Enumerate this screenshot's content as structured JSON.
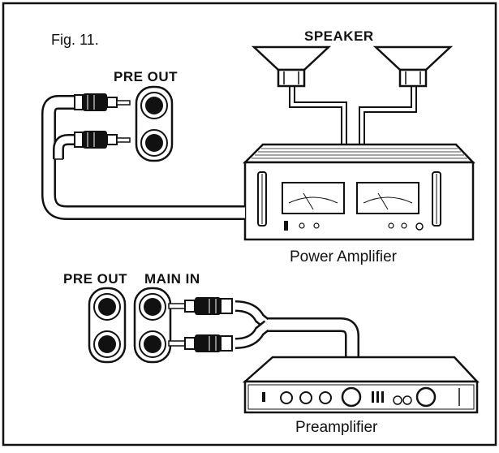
{
  "figure_label": "Fig. 11.",
  "speaker_label": "SPEAKER",
  "pre_out_label_top": "PRE OUT",
  "pre_out_label_bottom": "PRE OUT",
  "main_in_label": "MAIN IN",
  "power_amplifier_label": "Power Amplifier",
  "preamplifier_label": "Preamplifier",
  "colors": {
    "ink": "#111111",
    "paper": "#ffffff"
  }
}
